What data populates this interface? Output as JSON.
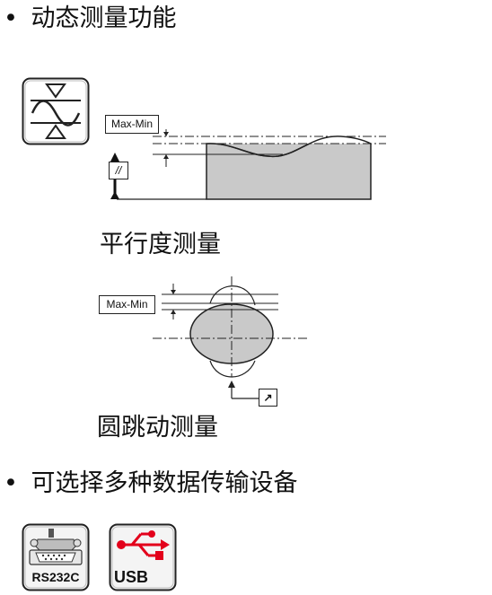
{
  "section_dynamic": {
    "bullet": "•",
    "title": "动态测量功能"
  },
  "parallelism": {
    "icon": "dynamic-measure-icon",
    "box_label": "Max-Min",
    "symbol": "//",
    "caption": "平行度测量"
  },
  "runout": {
    "box_label": "Max-Min",
    "symbol": "↗",
    "caption": "圆跳动测量"
  },
  "section_devices": {
    "bullet": "•",
    "title": "可选择多种数据传输设备"
  },
  "devices": [
    {
      "label": "RS232C",
      "icon": "rs232c-connector-icon"
    },
    {
      "label": "USB",
      "icon": "usb-icon",
      "accent": "#e3001b"
    }
  ]
}
